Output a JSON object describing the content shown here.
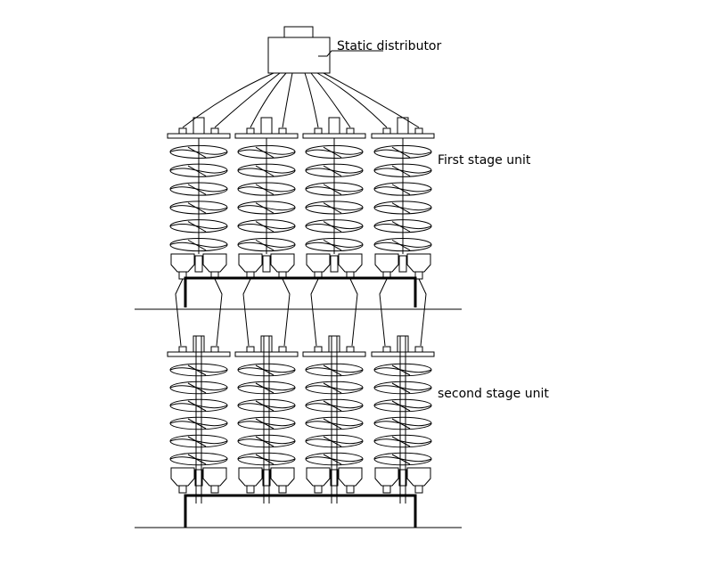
{
  "labels": {
    "distributor": "Static distributor",
    "first_stage": "First stage unit",
    "second_stage": "second stage unit"
  },
  "stage1": {
    "spiral_count": 4
  },
  "stage2": {
    "spiral_count": 4
  },
  "colors": {
    "line": "#000000",
    "background": "#ffffff"
  }
}
